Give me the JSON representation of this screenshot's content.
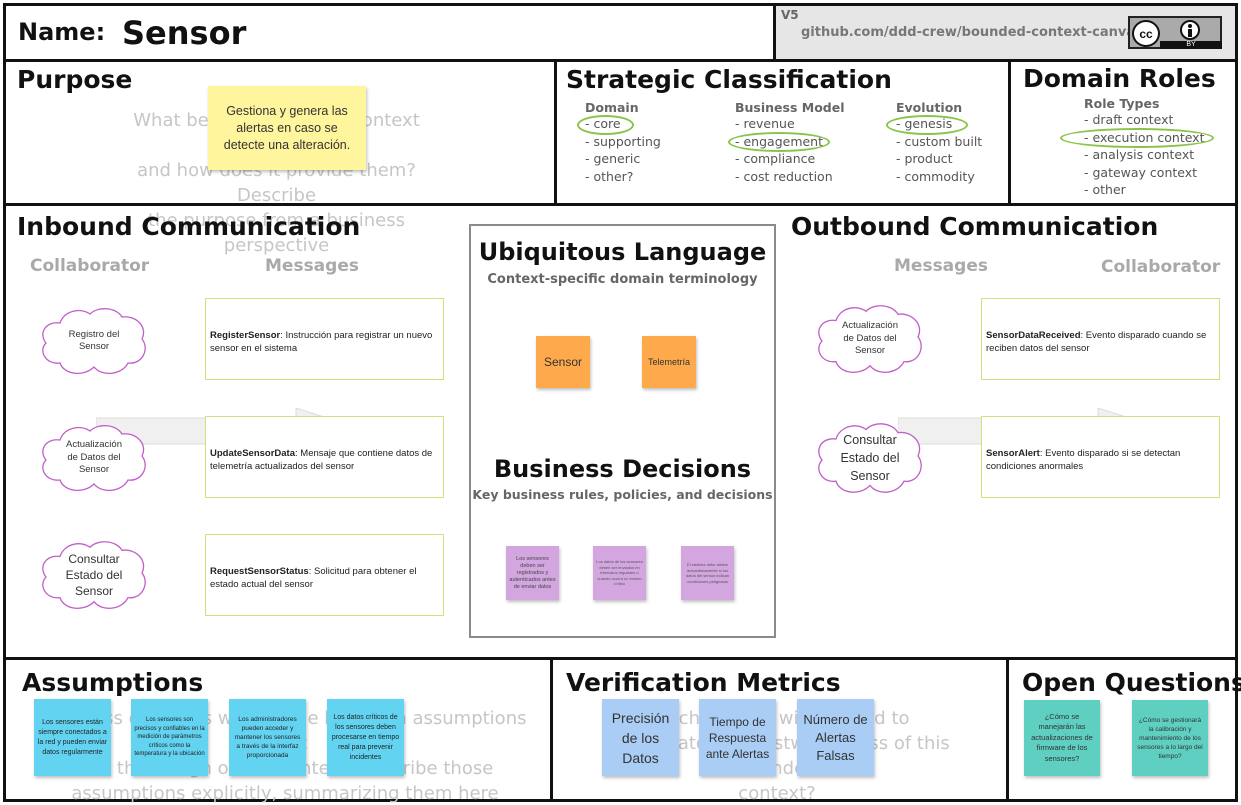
{
  "header": {
    "name_label": "Name:",
    "name_value": "Sensor",
    "version": "V5",
    "source": "github.com/ddd-crew/bounded-context-canvas",
    "license_cc": "cc",
    "license_by": "BY"
  },
  "purpose": {
    "title": "Purpose",
    "placeholder_lines": [
      "What benefits does this context provide,",
      "and how does it provide them? Describe",
      "the purpose from a business perspective"
    ],
    "sticky": "Gestiona y genera las alertas en caso se detecte una alteración."
  },
  "strategic": {
    "title": "Strategic Classification",
    "domain": {
      "head": "Domain",
      "items": [
        "- core",
        "- supporting",
        "- generic",
        "- other?"
      ]
    },
    "business_model": {
      "head": "Business Model",
      "items": [
        "- revenue",
        "- engagement",
        "- compliance",
        "- cost reduction"
      ]
    },
    "evolution": {
      "head": "Evolution",
      "items": [
        "- genesis",
        "- custom built",
        "- product",
        "- commodity"
      ]
    }
  },
  "domain_roles": {
    "title": "Domain Roles",
    "head": "Role Types",
    "items": [
      "- draft context",
      "- execution context",
      "- analysis context",
      "- gateway context",
      "- other"
    ]
  },
  "inbound": {
    "title": "Inbound Communication",
    "collaborator_head": "Collaborator",
    "messages_head": "Messages",
    "rows": [
      {
        "collaborator": "Registro del Sensor",
        "msg_name": "RegisterSensor",
        "msg_desc": ": Instrucción para registrar un nuevo sensor en el sistema"
      },
      {
        "collaborator": "Actualización de Datos del Sensor",
        "msg_name": "UpdateSensorData",
        "msg_desc": ": Mensaje que contiene datos de telemetría actualizados del sensor"
      },
      {
        "collaborator": "Consultar Estado del Sensor",
        "msg_name": "RequestSensorStatus",
        "msg_desc": ": Solicitud para obtener el estado actual del sensor"
      }
    ]
  },
  "ubiquitous": {
    "title": "Ubiquitous Language",
    "subtitle": "Context-specific domain terminology",
    "terms": [
      "Sensor",
      "Telemetría"
    ]
  },
  "business_decisions": {
    "title": "Business Decisions",
    "subtitle": "Key business rules, policies, and decisions",
    "notes": [
      "Los sensores deben ser registrados y autenticados antes de enviar datos",
      "Los datos de los sensores deben ser enviados en intervalos regulares o cuando ocurra un evento crítico",
      "El sistema debe alertar automáticamente si los datos del sensor indican condiciones peligrosas"
    ]
  },
  "outbound": {
    "title": "Outbound Communication",
    "messages_head": "Messages",
    "collaborator_head": "Collaborator",
    "rows": [
      {
        "collaborator": "Actualización de Datos del Sensor",
        "msg_name": "SensorDataReceived",
        "msg_desc": ": Evento disparado cuando se reciben datos del sensor"
      },
      {
        "collaborator": "Consultar Estado del Sensor",
        "msg_name": "SensorAlert",
        "msg_desc": ": Evento disparado si se detectan condiciones anormales"
      }
    ]
  },
  "assumptions": {
    "title": "Assumptions",
    "placeholder_lines": [
      "Business decisions were made based on assumptions went",
      "into the design of this context. Describe those",
      "assumptions explicitly, summarizing them here"
    ],
    "notes": [
      "Los sensores están siempre conectados a la red y pueden enviar datos regularmente",
      "Los sensores son precisos y confiables en la medición de parámetros críticos como la temperatura y la ubicación",
      "Los administradores pueden acceder y mantener los sensores a través de la interfaz proporcionada",
      "Los datos críticos de los sensores deben procesarse en tiempo real para prevenir incidentes"
    ]
  },
  "verification": {
    "title": "Verification Metrics",
    "placeholder_lines": [
      "Which metrics will be used to",
      "(in)validate the trustworthiness of this bounded",
      "context?"
    ],
    "notes": [
      "Precisión de los Datos",
      "Tiempo de Respuesta ante Alertas",
      "Número de Alertas Falsas"
    ]
  },
  "open_questions": {
    "title": "Open Questions",
    "notes": [
      "¿Cómo se manejarán las actualizaciones de firmware de los sensores?",
      "¿Cómo se gestionará la calibración y mantenimiento de los sensores a lo largo del tiempo?"
    ]
  },
  "colors": {
    "highlight": "#8bc34a",
    "yellow_sticky": "#fff59d",
    "orange_sticky": "#ffa94d",
    "purple_sticky": "#d3a6e0",
    "blue_sticky": "#62d4f2",
    "lightblue_sticky": "#a9cdf5",
    "teal_sticky": "#5ecfc0",
    "cloud_stroke": "#c060c8",
    "message_border": "#cfe37a"
  }
}
